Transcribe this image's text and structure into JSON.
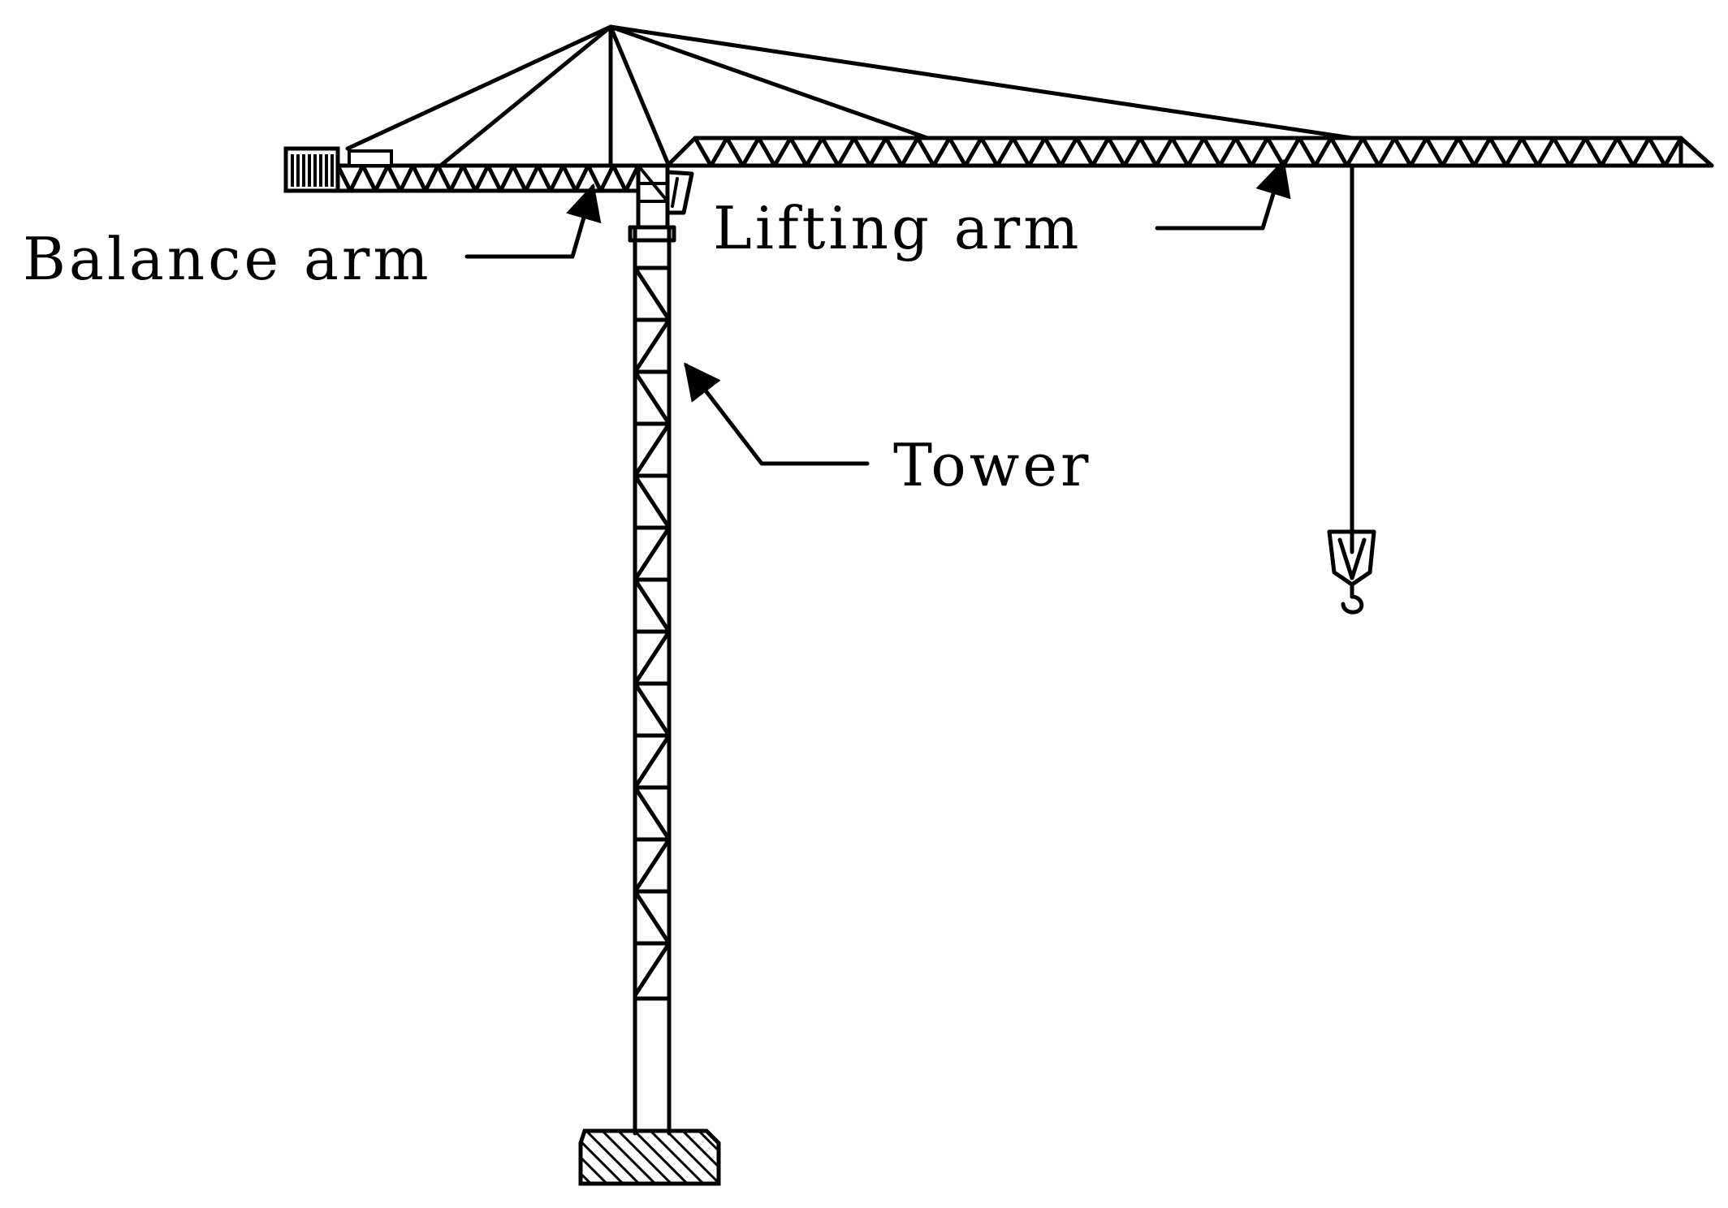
{
  "labels": {
    "balance_arm": "Balance arm",
    "lifting_arm": "Lifting arm",
    "tower": "Tower"
  },
  "colors": {
    "ink": "#000000",
    "background": "#ffffff"
  }
}
